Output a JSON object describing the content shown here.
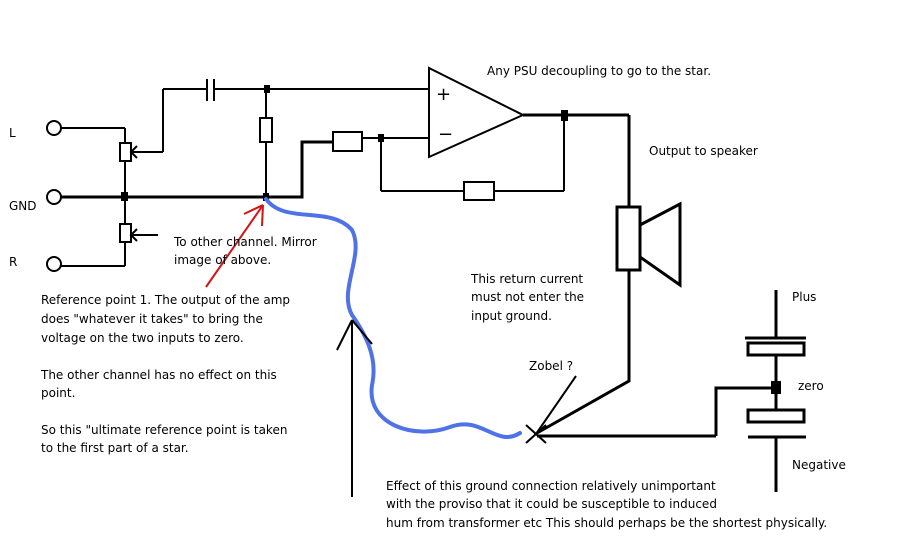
{
  "labels": {
    "input_l": "L",
    "input_gnd": "GND",
    "input_r": "R",
    "psu_note": "Any PSU decoupling to go to the star.",
    "output_note": "Output to speaker",
    "other_channel": [
      "To other channel. Mirror",
      "image of above."
    ],
    "reference_note": [
      "Reference point 1. The output of the amp",
      "does \"whatever it takes\" to bring the",
      "voltage on the two inputs to zero.",
      "",
      "The other channel has no effect on this",
      "point.",
      "",
      "So this \"ultimate reference point is taken",
      "to the first part of a star."
    ],
    "return_note": [
      "This return current",
      "must not enter the",
      "input ground."
    ],
    "zobel": "Zobel ?",
    "plus": "Plus",
    "zero": "zero",
    "negative": "Negative",
    "ground_note": [
      "Effect of this ground connection relatively unimportant",
      "with the proviso that it could be susceptible to induced",
      "hum from transformer etc  This should perhaps be the shortest physically."
    ],
    "opamp_plus": "+",
    "opamp_minus": "−"
  },
  "colors": {
    "wire": "#000000",
    "ground_path": "#4f73e6",
    "pointer_arrow": "#d11414"
  }
}
